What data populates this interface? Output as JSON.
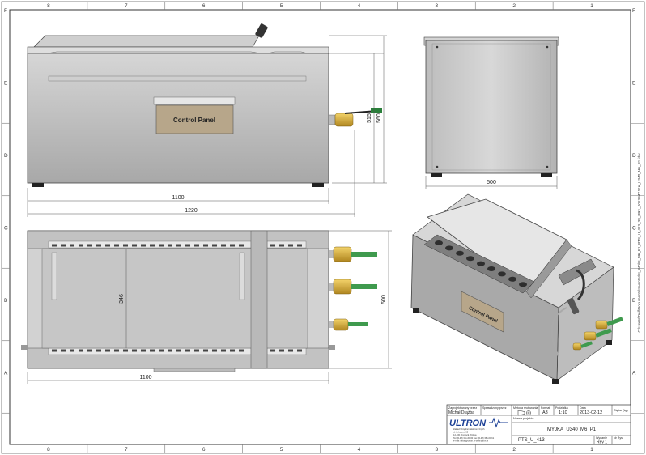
{
  "frame": {
    "top_numbers": [
      "8",
      "7",
      "6",
      "5",
      "4",
      "3",
      "2",
      "1"
    ],
    "bottom_numbers": [
      "8",
      "7",
      "6",
      "5",
      "4",
      "3",
      "2",
      "1"
    ],
    "left_letters": [
      "F",
      "E",
      "D",
      "C",
      "B",
      "A"
    ],
    "right_letters": [
      "F",
      "E",
      "D",
      "C",
      "B",
      "A"
    ],
    "side_path": "C:\\Users\\Dell\\Documents\\Inventor\\U_340\\U_M6_P1_PTS_U_413_38_PR1_2013\\MYJKA_U340_M6_P1.idw"
  },
  "front_view": {
    "panel_label": "Control Panel",
    "dim_1100": "1100",
    "dim_1220": "1220",
    "dim_515": "515",
    "dim_560": "560"
  },
  "side_view": {
    "dim_500": "500"
  },
  "top_view": {
    "dim_1100": "1100",
    "dim_346": "346",
    "dim_500": "500"
  },
  "iso_view": {
    "panel_label": "Control Panel"
  },
  "title_block": {
    "drawn_by_label": "Zaprojektowany przez",
    "drawn_by": "Michał Drążba",
    "checked_label": "Sprawdzony przez",
    "projection_label": "Metoda rzutowania",
    "format_label": "Format",
    "format": "A3",
    "scale_label": "Podziałka",
    "scale": "1:10",
    "date_label": "Data",
    "date": "2013-02-12",
    "weight_label": "Ciężar (kg)",
    "project_label": "Nazwa projektu:",
    "project": "MYJKA_U340_M6_P1",
    "logo": "ULTRON",
    "company_lines": [
      "Zakład Urządzeń Elektronicznych",
      "ul. Żelazowa 65",
      "12-400 Zbydłock, Polska",
      "Tel: (0-48) 351-60-60 Fax: (0-48) 351-60-61",
      "e-mail: ultron@ultron.pl   www.ultron.pl"
    ],
    "drawing_no": "PTS_U_413",
    "revision_label": "Wydanie",
    "revision": "Rev 1",
    "sheet_label": "Nr Rys."
  }
}
